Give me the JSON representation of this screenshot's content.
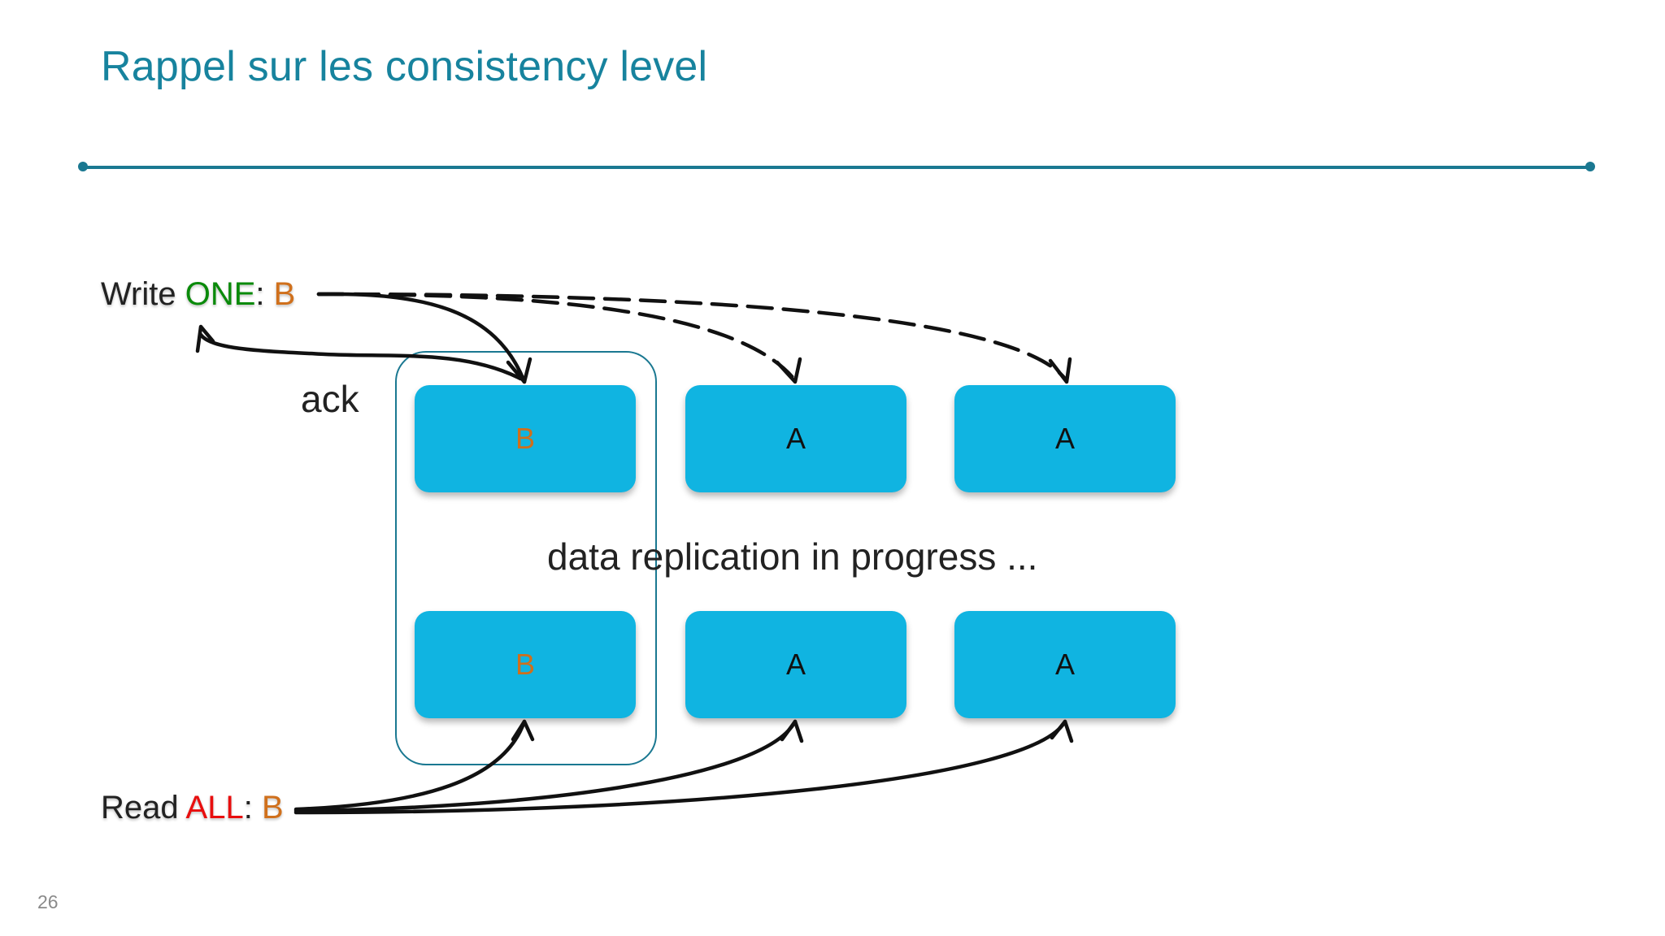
{
  "slide": {
    "title": "Rappel sur les consistency level",
    "page_number": "26"
  },
  "write": {
    "prefix": "Write ",
    "level": "ONE",
    "sep": ": ",
    "value": "B"
  },
  "read": {
    "prefix": "Read ",
    "level": "ALL",
    "sep": ": ",
    "value": "B"
  },
  "ack_label": "ack",
  "progress_label": "data replication in progress ...",
  "nodes": {
    "top": [
      "B",
      "A",
      "A"
    ],
    "bottom": [
      "B",
      "A",
      "A"
    ]
  },
  "colors": {
    "title": "#17839e",
    "rule": "#1a7891",
    "node_fill": "#10b4e1",
    "level_one": "#0a8a0a",
    "level_all": "#e80e0e",
    "value_b": "#d0701c"
  }
}
